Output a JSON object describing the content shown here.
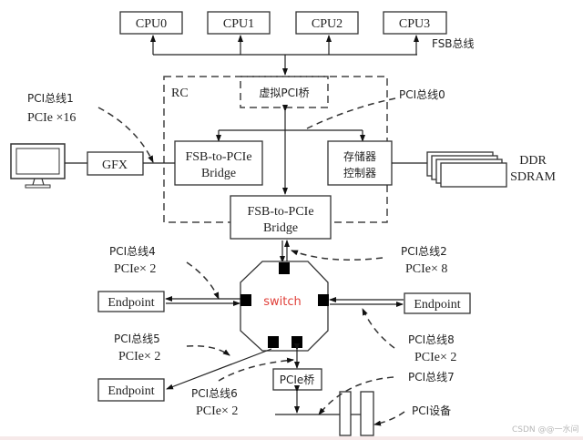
{
  "cpus": [
    "CPU0",
    "CPU1",
    "CPU2",
    "CPU3"
  ],
  "fsb_bus_label": "FSB总线",
  "rc_label": "RC",
  "virtual_pci_bridge": "虚拟PCI桥",
  "pci_bus0": "PCI总线0",
  "pci_bus1": {
    "line1": "PCI总线1",
    "line2": "PCIe ×16"
  },
  "gfx": "GFX",
  "fsb_bridge_left": {
    "line1": "FSB-to-PCIe",
    "line2": "Bridge"
  },
  "memory_controller": {
    "line1": "存储器",
    "line2": "控制器"
  },
  "ddr": {
    "line1": "DDR",
    "line2": "SDRAM"
  },
  "fsb_bridge_bottom": {
    "line1": "FSB-to-PCIe",
    "line2": "Bridge"
  },
  "pci_bus2": {
    "line1": "PCI总线2",
    "line2": "PCIe× 8"
  },
  "pci_bus4": {
    "line1": "PCI总线4",
    "line2": "PCIe× 2"
  },
  "pci_bus5": {
    "line1": "PCI总线5",
    "line2": "PCIe× 2"
  },
  "pci_bus6": {
    "line1": "PCI总线6",
    "line2": "PCIe× 2"
  },
  "pci_bus7": "PCI总线7",
  "pci_bus8": {
    "line1": "PCI总线8",
    "line2": "PCIe× 2"
  },
  "switch_label": "switch",
  "endpoint_left": "Endpoint",
  "endpoint_right": "Endpoint",
  "endpoint_bottom": "Endpoint",
  "pcie_bridge": "PCIe桥",
  "pci_device": "PCI设备",
  "watermark": "CSDN @@一水间",
  "colors": {
    "switch_text": "#e0403a",
    "line": "#222222"
  }
}
